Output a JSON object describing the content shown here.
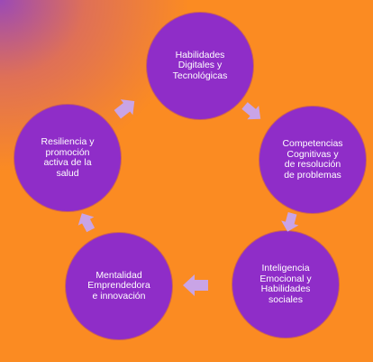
{
  "colors": {
    "background": "#fb8b22",
    "node_fill": "#8f2dc8",
    "node_text": "#ffffff",
    "arrow_fill": "#c9a4e6"
  },
  "cycle": {
    "nodes": [
      {
        "id": "habilidades-digitales",
        "label": "Habilidades\nDigitales y\nTecnológicas"
      },
      {
        "id": "competencias-cognitivas",
        "label": "Competencias\nCognitivas y\nde resolución\nde problemas"
      },
      {
        "id": "inteligencia-emocional",
        "label": "Inteligencia\nEmocional y\nHabilidades\nsociales"
      },
      {
        "id": "mentalidad-emprendedora",
        "label": "Mentalidad\nEmprendedora\ne innovación"
      },
      {
        "id": "resiliencia",
        "label": "Resiliencia y\npromoción\nactiva de la\nsalud"
      }
    ],
    "direction": "clockwise"
  }
}
